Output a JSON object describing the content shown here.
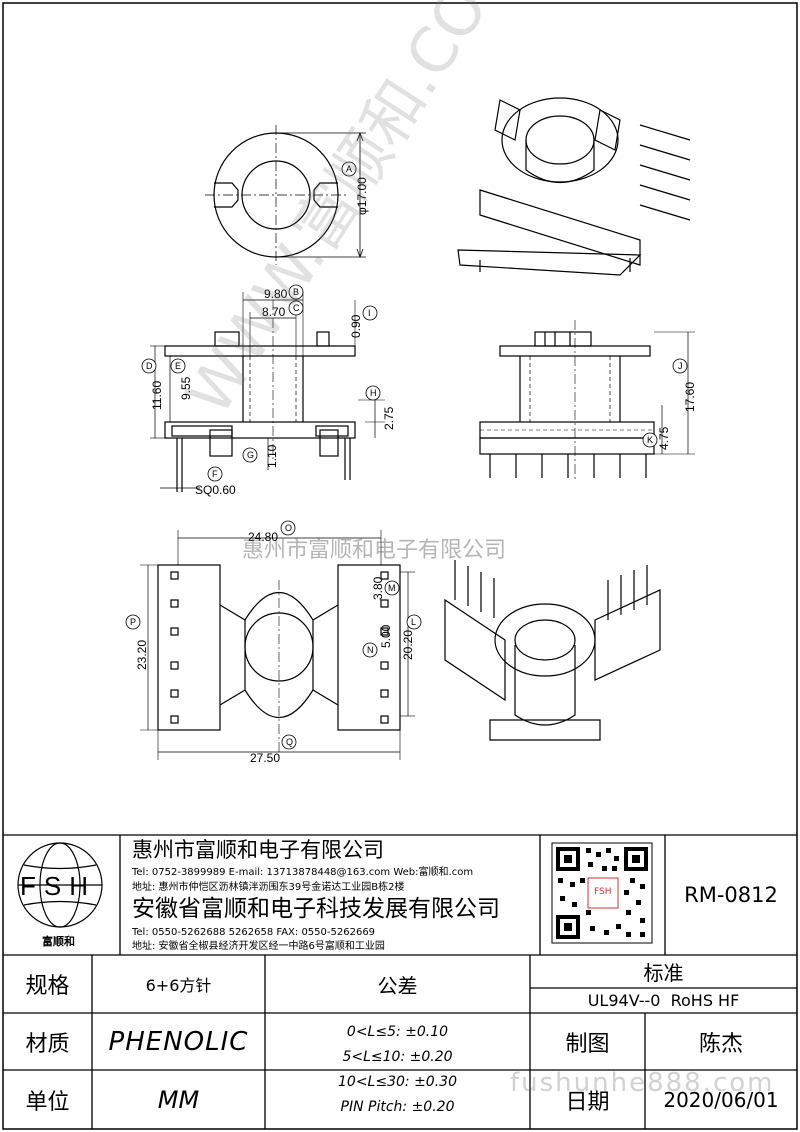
{
  "drawing": {
    "dims": {
      "phi17": "φ17.00",
      "d980": "9.80",
      "d870": "8.70",
      "d090": "0.90",
      "d1160": "11.60",
      "d955": "9.55",
      "d275": "2.75",
      "d110": "1.10",
      "sq060": "SQ0.60",
      "d1760": "17.60",
      "d475": "4.75",
      "d2480": "24.80",
      "d2320": "23.20",
      "d380": "3.80",
      "d500": "5.00",
      "d2020": "20.20",
      "d2750": "27.50"
    },
    "markers": {
      "A": "A",
      "B": "B",
      "C": "C",
      "D": "D",
      "E": "E",
      "F": "F",
      "G": "G",
      "H": "H",
      "I": "I",
      "J": "J",
      "K": "K",
      "L": "L",
      "M": "M",
      "N": "N",
      "O": "O",
      "P": "P",
      "Q": "Q"
    },
    "watermark_diag": "WWW.富顺和.COM",
    "watermark_company": "惠州市富顺和电子有限公司",
    "watermark_site": "fushunhe888.com"
  },
  "title_block": {
    "logo_text": "FSH",
    "logo_caption": "富顺和",
    "company1": "惠州市富顺和电子有限公司",
    "company1_contact": "Tel:  0752-3899989   E-mail: 13713878448@163.com  Web:富顺和.com",
    "company1_address": "地址:  惠州市仲恺区沥林镇泮沥围东39号金诺达工业园B栋2楼",
    "company2": "安徽省富顺和电子科技发展有限公司",
    "company2_contact": "Tel:   0550-5262688   5262658       FAX:  0550-5262669",
    "company2_address": "地址:  安徽省全椒县经济开发区经一中路6号富顺和工业园",
    "qr_caption": "FSH",
    "part_number": "RM-0812",
    "spec_label": "规格",
    "spec_value": "6+6方针",
    "tolerance_label": "公差",
    "standard_label": "标准",
    "standard_value": "UL94V--0  RoHS HF",
    "material_label": "材质",
    "material_value": "PHENOLIC",
    "drawn_label": "制图",
    "drawn_value": "陈杰",
    "unit_label": "单位",
    "unit_value": "MM",
    "date_label": "日期",
    "date_value": "2020/06/01",
    "tolerances": [
      "0<L≤5: ±0.10",
      "5<L≤10: ±0.20",
      "10<L≤30: ±0.30",
      "PIN Pitch: ±0.20"
    ]
  }
}
